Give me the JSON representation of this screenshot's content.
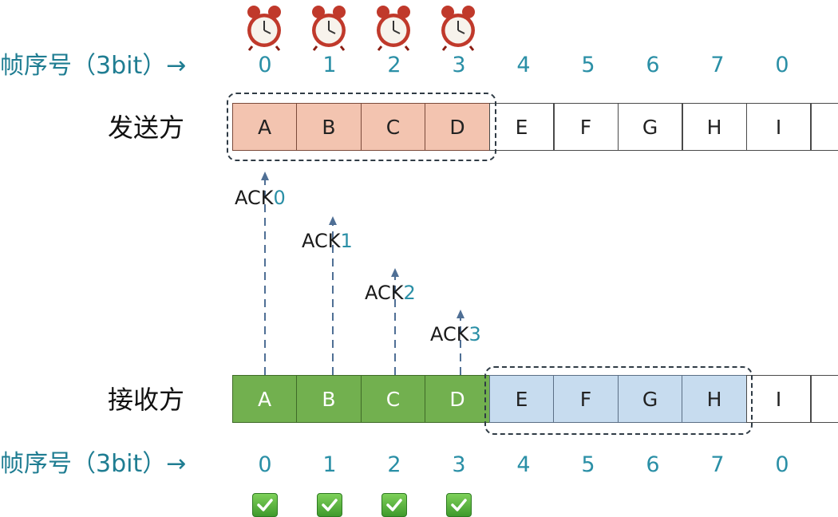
{
  "top": {
    "seq_label": "帧序号（3bit）→",
    "seq_numbers": [
      "0",
      "1",
      "2",
      "3",
      "4",
      "5",
      "6",
      "7",
      "0"
    ],
    "row_label": "发送方",
    "cells": [
      "A",
      "B",
      "C",
      "D",
      "E",
      "F",
      "G",
      "H",
      "I",
      ""
    ]
  },
  "acks": [
    {
      "prefix": "ACK",
      "num": "0"
    },
    {
      "prefix": "ACK",
      "num": "1"
    },
    {
      "prefix": "ACK",
      "num": "2"
    },
    {
      "prefix": "ACK",
      "num": "3"
    }
  ],
  "bottom": {
    "row_label": "接收方",
    "cells": [
      "A",
      "B",
      "C",
      "D",
      "E",
      "F",
      "G",
      "H",
      "I",
      ""
    ],
    "seq_label": "帧序号（3bit）→",
    "seq_numbers": [
      "0",
      "1",
      "2",
      "3",
      "4",
      "5",
      "6",
      "7",
      "0"
    ]
  },
  "colors": {
    "sender_window_fill": "#f3c4b0",
    "received_fill": "#72b04f",
    "receiver_window_fill": "#c7dcef",
    "seq_color": "#2a8fa6",
    "ack_arrow": "#4f6f95"
  },
  "icons": {
    "timer": "alarm-clock-icon",
    "received": "checkmark-icon"
  }
}
